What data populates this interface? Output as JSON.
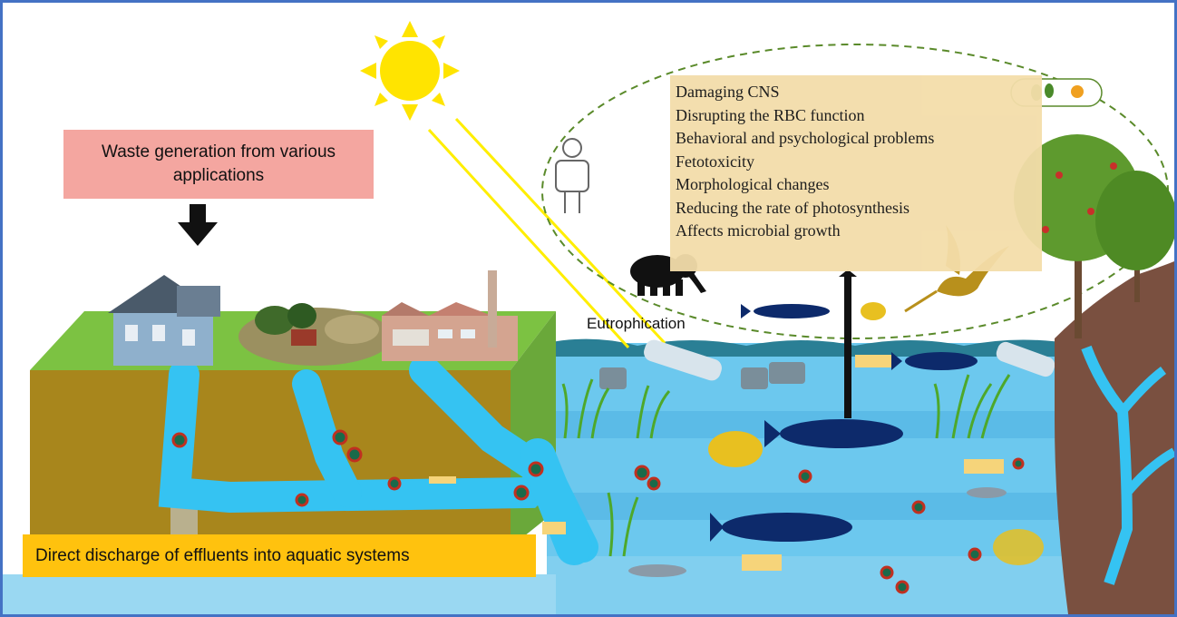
{
  "labels": {
    "waste_generation": "Waste generation from various applications",
    "direct_discharge": "Direct discharge of effluents into aquatic systems",
    "eutrophication": "Eutrophication"
  },
  "effects": [
    "Damaging CNS",
    "Disrupting the RBC function",
    "Behavioral and psychological problems",
    "Fetotoxicity",
    "Morphological changes",
    "Reducing the rate of photosynthesis",
    "Affects microbial growth"
  ],
  "colors": {
    "frame_border": "#4472c4",
    "waste_box": "#f4a6a0",
    "discharge_box": "#ffc20e",
    "effects_box": "#f3ddaa",
    "water": "#5fc8f0",
    "soil": "#a8861c",
    "grass": "#7cc242",
    "fish": "#0d2a6b",
    "sun": "#ffe400"
  },
  "icons": [
    "sun-icon",
    "down-arrow-icon",
    "house-icon",
    "farm-icon",
    "factory-icon",
    "human-icon",
    "elephant-icon",
    "bird-icon",
    "crab-icon",
    "fish-icon",
    "bottle-icon",
    "tree-icon",
    "microbe-icon"
  ]
}
